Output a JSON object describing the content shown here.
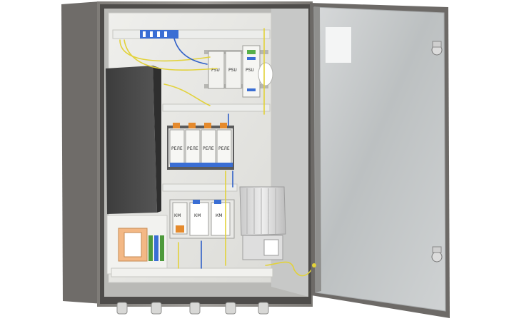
{
  "scene": {
    "subject": "open-electrical-enclosure",
    "colors": {
      "background": "#ffffff",
      "cabinet_body": "#8f8c88",
      "cabinet_dark": "#5e5c59",
      "mounting_plate": "#e6e6e3",
      "door_inner": "#c4c7c8",
      "door_frame": "#6d6a67",
      "wire_yellow": "#e2d23a",
      "wire_blue": "#2f5fc7",
      "terminal_orange": "#e58a2c",
      "terminal_green": "#4d9a3b"
    }
  },
  "modules": {
    "top_row": [
      "PSU",
      "PSU",
      "PSU"
    ],
    "middle_row": [
      "РЕЛЕ",
      "РЕЛЕ",
      "РЕЛЕ",
      "РЕЛЕ"
    ],
    "bottom_row": [
      "КМ",
      "КМ",
      "КМ"
    ]
  }
}
